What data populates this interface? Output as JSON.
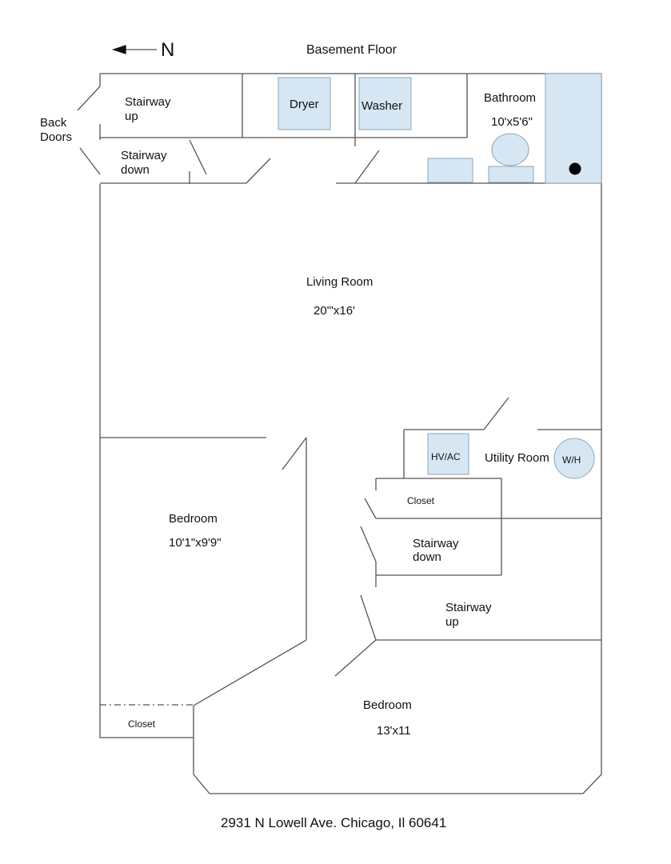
{
  "title": "Basement Floor",
  "north_label": "N",
  "address": "2931 N Lowell Ave. Chicago, Il 60641",
  "colors": {
    "fixture": "#d6e7f3",
    "wall": "#555555"
  },
  "rooms": {
    "back_doors": {
      "line1": "Back",
      "line2": "Doors"
    },
    "stairway_up_top": {
      "line1": "Stairway",
      "line2": "up"
    },
    "stairway_down_top": {
      "line1": "Stairway",
      "line2": "down"
    },
    "bathroom": {
      "name": "Bathroom",
      "size": "10'x5'6\""
    },
    "living_room": {
      "name": "Living Room",
      "size": "20'\"x16'"
    },
    "bedroom_left": {
      "name": "Bedroom",
      "size": "10'1\"x9'9\""
    },
    "utility_room": {
      "name": "Utility Room"
    },
    "closet_right": {
      "name": "Closet"
    },
    "stairway_down_right": {
      "line1": "Stairway",
      "line2": "down"
    },
    "stairway_up_right": {
      "line1": "Stairway",
      "line2": "up"
    },
    "closet_bottom": {
      "name": "Closet"
    },
    "bedroom_bottom": {
      "name": "Bedroom",
      "size": "13'x11"
    }
  },
  "fixtures": {
    "dryer": "Dryer",
    "washer": "Washer",
    "hvac": "HV/AC",
    "water_heater": "W/H"
  }
}
